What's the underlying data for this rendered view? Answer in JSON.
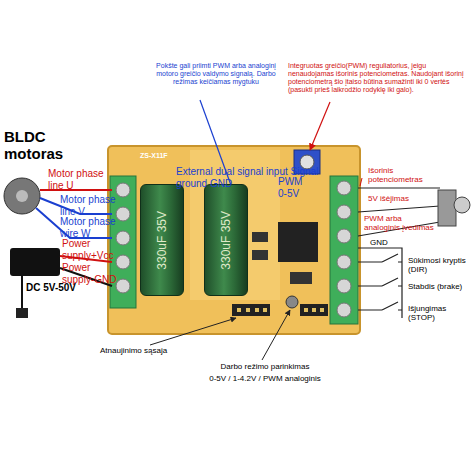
{
  "diagram": {
    "nodes": [
      {
        "text": [
          "330uF 35V"
        ]
      },
      {
        "text": [
          "330uF 35V"
        ]
      }
    ],
    "labels": [
      "BLDC motoras",
      "Motor phase line U",
      "Motor phase line V",
      "Motor phase wire W",
      "Power supply+Vcc",
      "Power supply-GND",
      "DC 5V-50V",
      "Pokšte gali priimti PWM arba analoginį motoro greičio valdymo signalą. Darbo režimas keičiamas mygtuku",
      "Integruotas greičio(PWM) reguliatorius, jeigu nenaudojamas išorinis potenciometras. Naudojant išorinį potenciometrą šio įtaiso būtina sumažinti iki 0 vertės (pasukti prieš laikrodžio rodyklę iki galo).",
      "External dual signal input Signal ground GND",
      "PWM 0-5V",
      "Išorinis potenciometras",
      "5V išėjimas",
      "PWM arba analoginis įvedimas",
      "GND",
      "Sūkimosi kryptis (DIR)",
      "Stabdis (brake)",
      "Išjungimas (STOP)",
      "Atnaujinimo sąsaja",
      "Darbo režimo parinkimas",
      "0-5V / 1-4.2V / PWM analoginis",
      "ZS-X11F"
    ]
  }
}
